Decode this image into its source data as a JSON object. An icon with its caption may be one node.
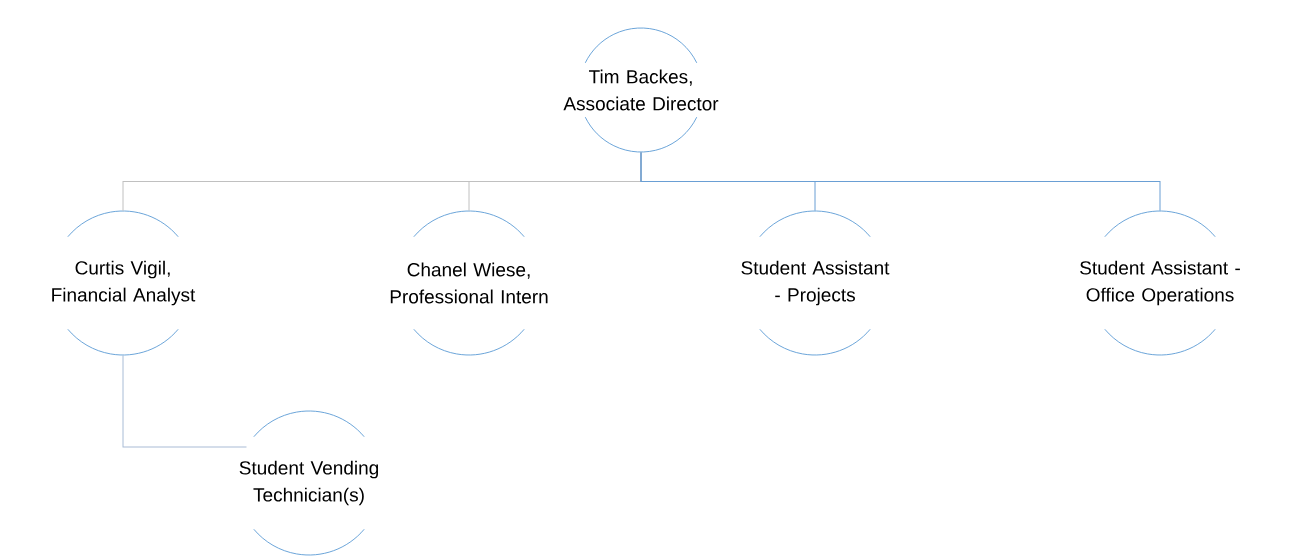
{
  "diagram": {
    "nodes": [
      {
        "text": [
          "Tim Backes, Associate Director"
        ]
      },
      {
        "text": [
          "Curtis Vigil, Financial Analyst"
        ]
      },
      {
        "text": [
          "Chanel Wiese, Professional Intern"
        ]
      },
      {
        "text": [
          "Student Assistant - Projects"
        ]
      },
      {
        "text": [
          "Student Assistant - Office Operations"
        ]
      },
      {
        "text": [
          "Student Vending Technician(s)"
        ]
      }
    ],
    "edges": [
      {
        "from": 0,
        "to": 1,
        "arrow": "none",
        "color": "#c0c0c0"
      },
      {
        "from": 0,
        "to": 2,
        "arrow": "none",
        "color": "#c0c0c0"
      },
      {
        "from": 0,
        "to": 3,
        "arrow": "none",
        "color": "#6a9fd4"
      },
      {
        "from": 0,
        "to": 4,
        "arrow": "none",
        "color": "#6a9fd4"
      },
      {
        "from": 1,
        "to": 5,
        "arrow": "none",
        "color": "#a9bcd6"
      }
    ]
  }
}
